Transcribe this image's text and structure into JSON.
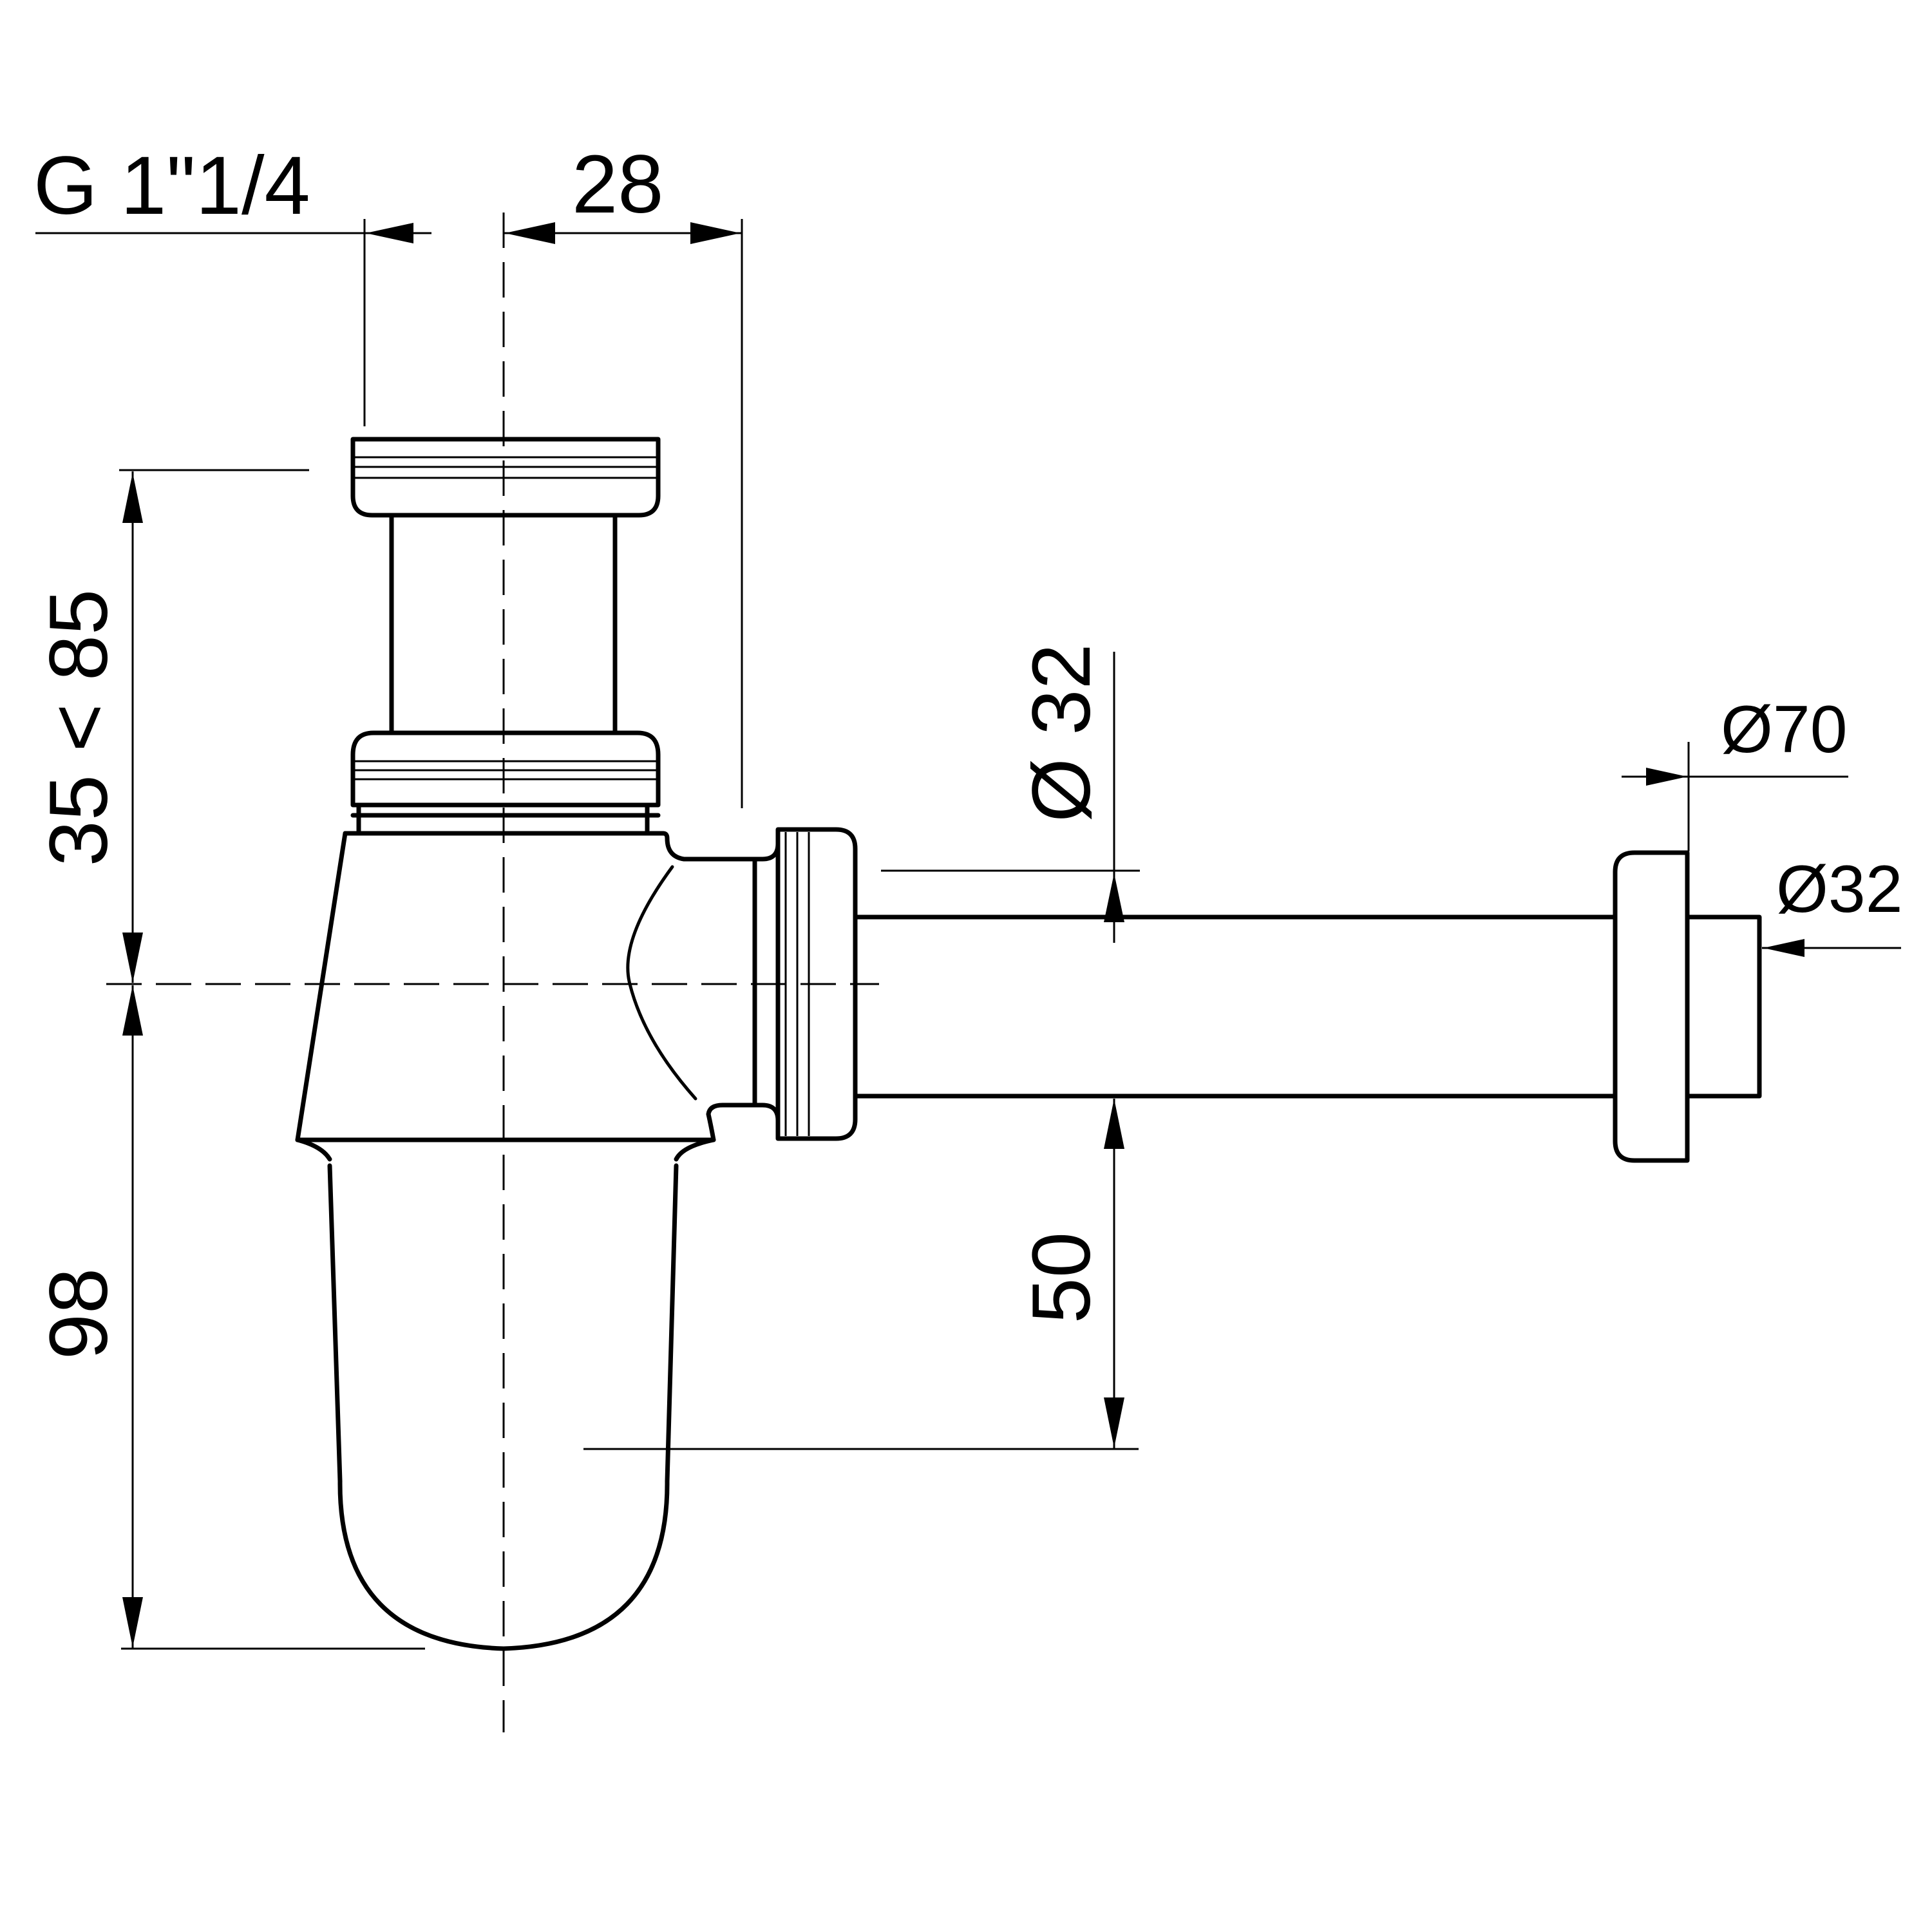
{
  "dimensions": {
    "thread": "G 1\"1/4",
    "offset": "28",
    "adjust_range": "35 < 85",
    "depth": "98",
    "outlet_diameter": "Ø 32",
    "outlet_height": "50",
    "rosette_diameter": "Ø70",
    "pipe_diameter": "Ø32"
  }
}
